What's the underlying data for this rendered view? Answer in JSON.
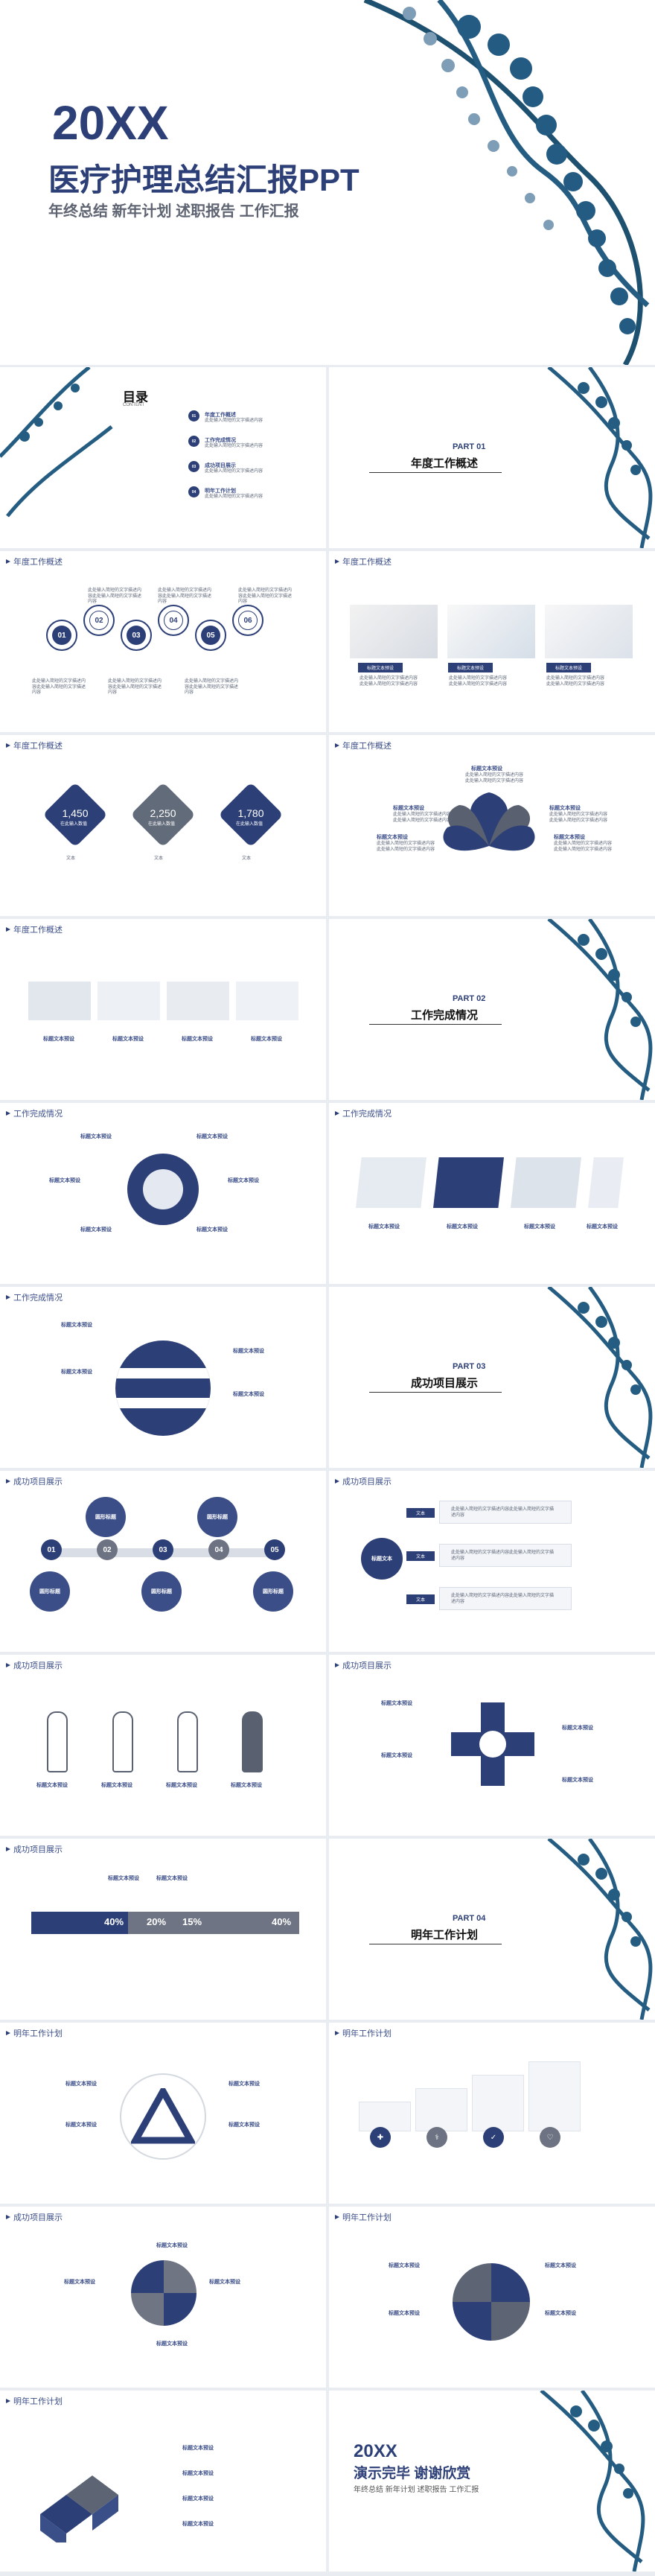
{
  "hero": {
    "year": "20XX",
    "title": "医疗护理总结汇报PPT",
    "subtitle": "年终总结  新年计划  述职报告  工作汇报"
  },
  "toc": {
    "title": "目录",
    "subtitle": "CONTENT",
    "items": [
      {
        "no": "01",
        "title": "年度工作概述",
        "desc": "此处输入简短的文字描述内容"
      },
      {
        "no": "02",
        "title": "工作完成情况",
        "desc": "此处输入简短的文字描述内容"
      },
      {
        "no": "03",
        "title": "成功项目展示",
        "desc": "此处输入简短的文字描述内容"
      },
      {
        "no": "04",
        "title": "明年工作计划",
        "desc": "此处输入简短的文字描述内容"
      }
    ]
  },
  "parts": [
    {
      "label": "PART 01",
      "title": "年度工作概述"
    },
    {
      "label": "PART 02",
      "title": "工作完成情况"
    },
    {
      "label": "PART 03",
      "title": "成功项目展示"
    },
    {
      "label": "PART 04",
      "title": "明年工作计划"
    }
  ],
  "sections": {
    "annual": "年度工作概述",
    "complete": "工作完成情况",
    "project": "成功项目展示",
    "plan": "明年工作计划",
    "project_alt": "成功项目展示"
  },
  "timeline_numbers": [
    "01",
    "02",
    "03",
    "04",
    "05",
    "06"
  ],
  "stats": [
    {
      "value": "1,450",
      "label": "在此输入数值"
    },
    {
      "value": "2,250",
      "label": "在此输入数值"
    },
    {
      "value": "1,780",
      "label": "在此输入数值"
    }
  ],
  "common": {
    "title_text": "标题文本预设",
    "desc": "此处输入简短的文字描述内容",
    "desc_long": "此处输入简短的文字描述内容此处输入简短的文字描述内容",
    "text": "文本",
    "circle_title": "圆形标题",
    "sample_text": "标题文本",
    "percent_40": "40%",
    "percent_20": "20%",
    "percent_15": "15%",
    "percent_40b": "40%"
  },
  "end": {
    "year": "20XX",
    "title": "演示完毕 谢谢欣赏",
    "subtitle": "年终总结  新年计划  述职报告  工作汇报"
  }
}
